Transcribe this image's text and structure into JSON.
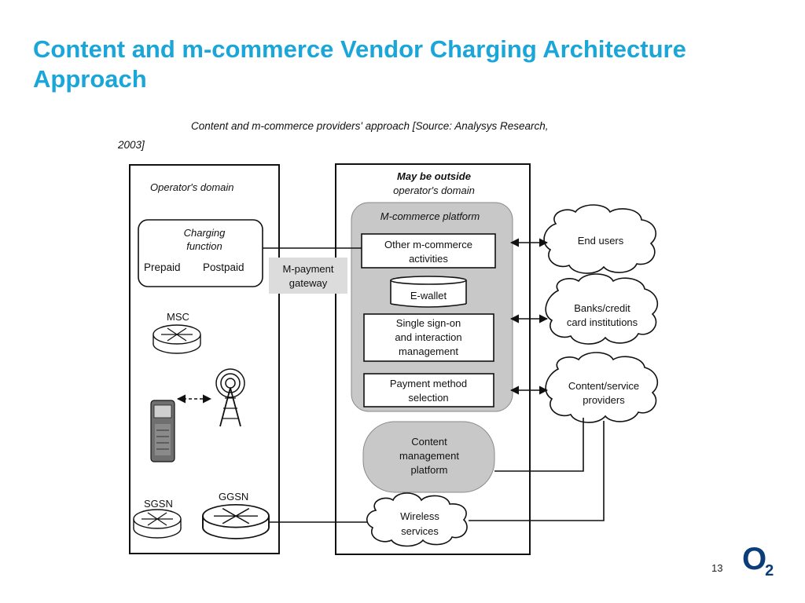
{
  "slide": {
    "title_line1": "Content and m-commerce Vendor Charging Architecture",
    "title_line2": "Approach",
    "page_number": "13",
    "logo": {
      "letter": "O",
      "subscript": "2",
      "color": "#0b3d78"
    }
  },
  "diagram": {
    "caption_line1": "Content and m-commerce providers' approach [Source: Analysys Research,",
    "caption_line2": "2003]",
    "operator_domain": {
      "label": "Operator's domain",
      "charging_function": {
        "title_line1": "Charging",
        "title_line2": "function",
        "prepaid": "Prepaid",
        "postpaid": "Postpaid"
      },
      "msc": "MSC",
      "sgsn": "SGSN",
      "ggsn": "GGSN"
    },
    "gateway": {
      "line1": "M-payment",
      "line2": "gateway"
    },
    "outside_domain": {
      "label_line1": "May be outside",
      "label_line2": "operator's domain",
      "mcommerce_platform": {
        "label": "M-commerce platform",
        "other_activities": {
          "line1": "Other m-commerce",
          "line2": "activities"
        },
        "ewallet": "E-wallet",
        "single_sign_on": {
          "line1": "Single sign-on",
          "line2": "and interaction",
          "line3": "management"
        },
        "payment_method": {
          "line1": "Payment method",
          "line2": "selection"
        }
      },
      "content_management": {
        "line1": "Content",
        "line2": "management",
        "line3": "platform"
      },
      "wireless_services": {
        "line1": "Wireless",
        "line2": "services"
      }
    },
    "external": {
      "end_users": "End users",
      "banks": {
        "line1": "Banks/credit",
        "line2": "card institutions"
      },
      "content_providers": {
        "line1": "Content/service",
        "line2": "providers"
      }
    },
    "colors": {
      "platform_fill": "#c8c8c8",
      "gateway_fill": "#dcdcdc",
      "line": "#111111"
    }
  }
}
